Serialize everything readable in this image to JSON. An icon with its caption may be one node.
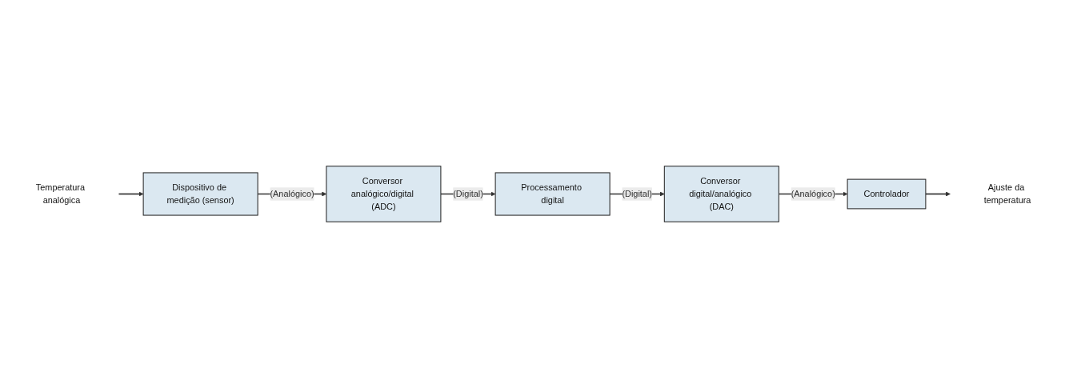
{
  "diagram": {
    "nodes": [
      {
        "text": [
          "Temperatura analógica"
        ]
      },
      {
        "text": [
          "Dispositivo de medição (sensor)"
        ]
      },
      {
        "text": [
          "Conversor analógico/digital (ADC)"
        ]
      },
      {
        "text": [
          "Processamento digital"
        ]
      },
      {
        "text": [
          "Conversor digital/analógico (DAC)"
        ]
      },
      {
        "text": [
          "Controlador"
        ]
      },
      {
        "text": [
          "Ajuste da temperatura"
        ]
      }
    ],
    "edges": [
      {
        "from": 0,
        "to": 1,
        "arrow": "to"
      },
      {
        "from": 1,
        "to": 2,
        "arrow": "to",
        "label": "(Analógico)"
      },
      {
        "from": 2,
        "to": 3,
        "arrow": "to",
        "label": "(Digital)"
      },
      {
        "from": 3,
        "to": 4,
        "arrow": "to",
        "label": "(Digital)"
      },
      {
        "from": 4,
        "to": 5,
        "arrow": "to",
        "label": "(Analógico)"
      },
      {
        "from": 5,
        "to": 6,
        "arrow": "to"
      }
    ]
  }
}
